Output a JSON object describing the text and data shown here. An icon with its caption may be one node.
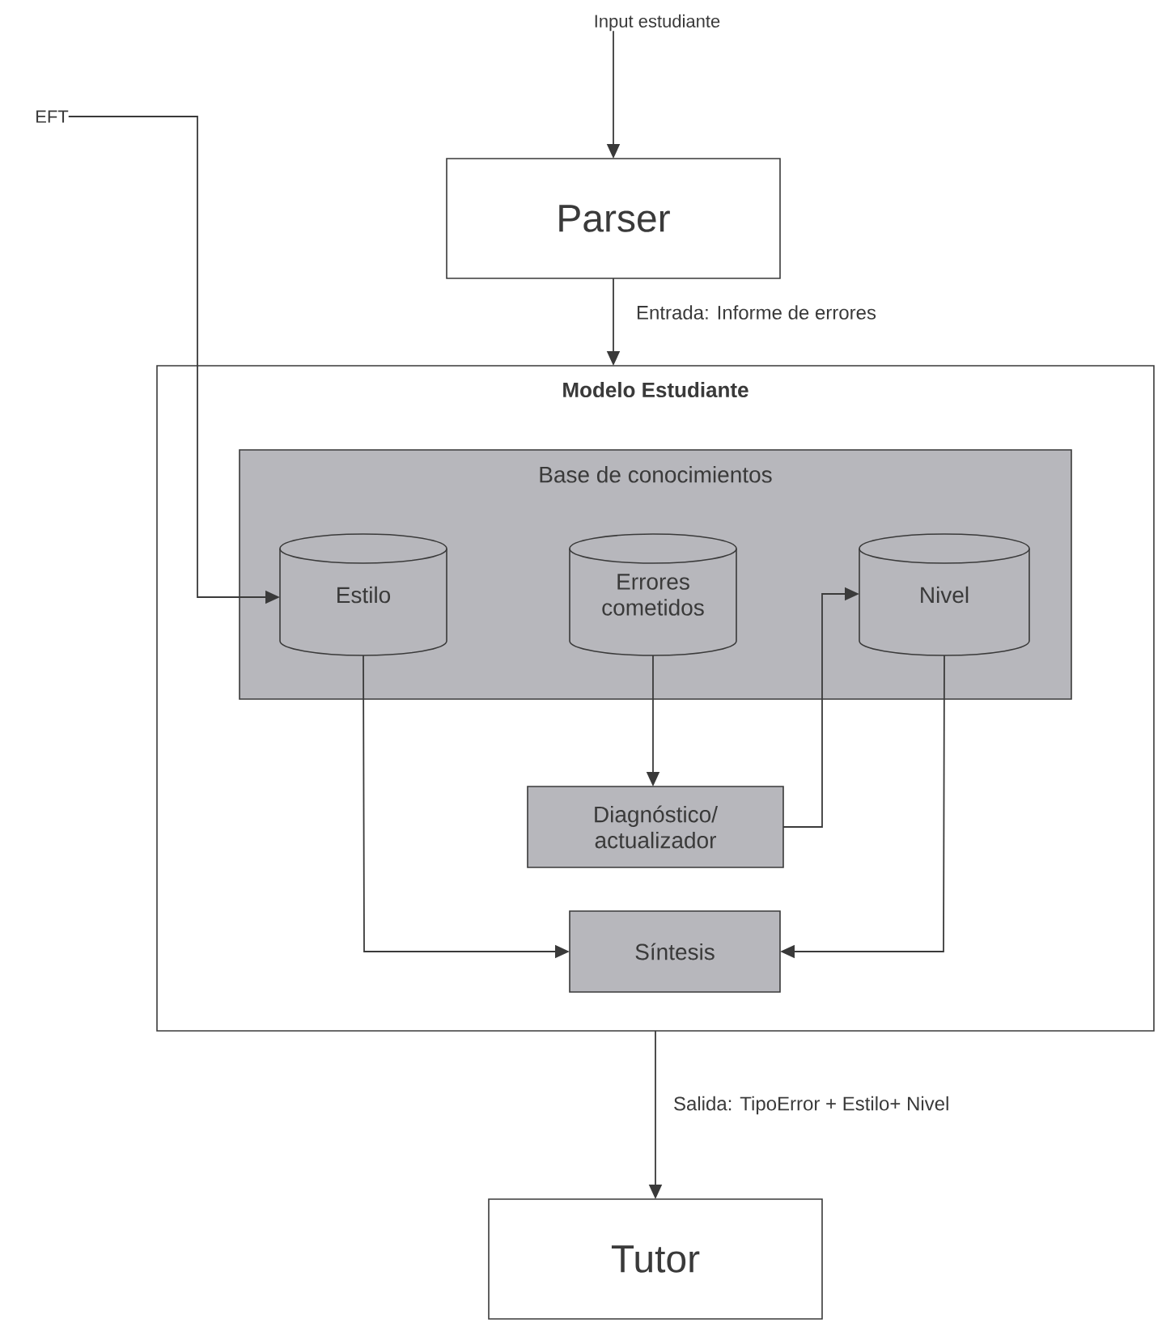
{
  "diagram": {
    "nodes": [
      {
        "text": [
          "Input estudiante"
        ]
      },
      {
        "text": [
          "EFT"
        ]
      },
      {
        "text": [
          "Parser"
        ]
      },
      {
        "text": [
          "Modelo Estudiante"
        ]
      },
      {
        "text": [
          "Base de conocimientos"
        ],
        "in": 3
      },
      {
        "text": [
          "Estilo"
        ],
        "in": 4
      },
      {
        "text": [
          "Errores cometidos"
        ],
        "in": 4
      },
      {
        "text": [
          "Nivel"
        ],
        "in": 4
      },
      {
        "text": [
          "Diagnóstico/ actualizador"
        ],
        "in": 3
      },
      {
        "text": [
          "Síntesis"
        ],
        "in": 3
      },
      {
        "text": [
          "Tutor"
        ]
      }
    ],
    "edges": [
      {
        "from": 0,
        "to": 2,
        "arrow": "to"
      },
      {
        "from": 1,
        "to": 5,
        "arrow": "to"
      },
      {
        "from": 2,
        "to": 3,
        "arrow": "to",
        "label": "Entrada: Informe de errores"
      },
      {
        "from": 6,
        "to": 8,
        "arrow": "to"
      },
      {
        "from": 8,
        "to": 7,
        "arrow": "to"
      },
      {
        "from": 5,
        "to": 9,
        "arrow": "to"
      },
      {
        "from": 7,
        "to": 9,
        "arrow": "to"
      },
      {
        "from": 3,
        "to": 10,
        "arrow": "to",
        "label": "Salida: TipoError + Estilo+ Nivel"
      }
    ]
  }
}
